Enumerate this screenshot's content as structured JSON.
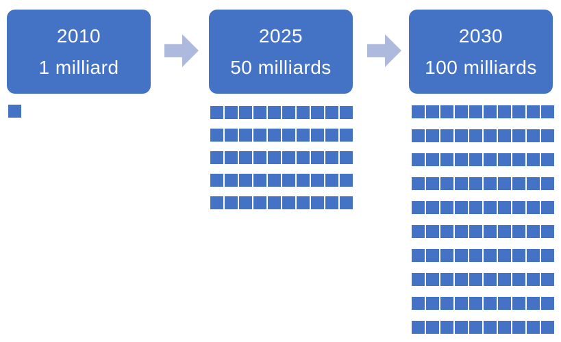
{
  "colors": {
    "primary_blue": "#4472C4",
    "arrow_blue": "#AEB9DE",
    "text_on_blue": "#FFFFFF",
    "background": "#FFFFFF"
  },
  "stages": [
    {
      "year": "2010",
      "label": "1 milliard",
      "squares": 1,
      "columns": 1
    },
    {
      "year": "2025",
      "label": "50 milliards",
      "squares": 50,
      "columns": 10
    },
    {
      "year": "2030",
      "label": "100 milliards",
      "squares": 100,
      "columns": 10
    }
  ],
  "arrows": [
    {
      "icon": "right-block-arrow"
    },
    {
      "icon": "right-block-arrow"
    }
  ],
  "chart_data": {
    "type": "pictograph",
    "categories": [
      "2010",
      "2025",
      "2030"
    ],
    "values": [
      1,
      50,
      100
    ],
    "value_labels": [
      "1 milliard",
      "50 milliards",
      "100 milliards"
    ],
    "unit_per_square": 1,
    "unit_name": "milliard",
    "squares_per_row": 10,
    "legend_position": "none",
    "grid": "off",
    "flow": "2010 -> 2025 -> 2030"
  }
}
